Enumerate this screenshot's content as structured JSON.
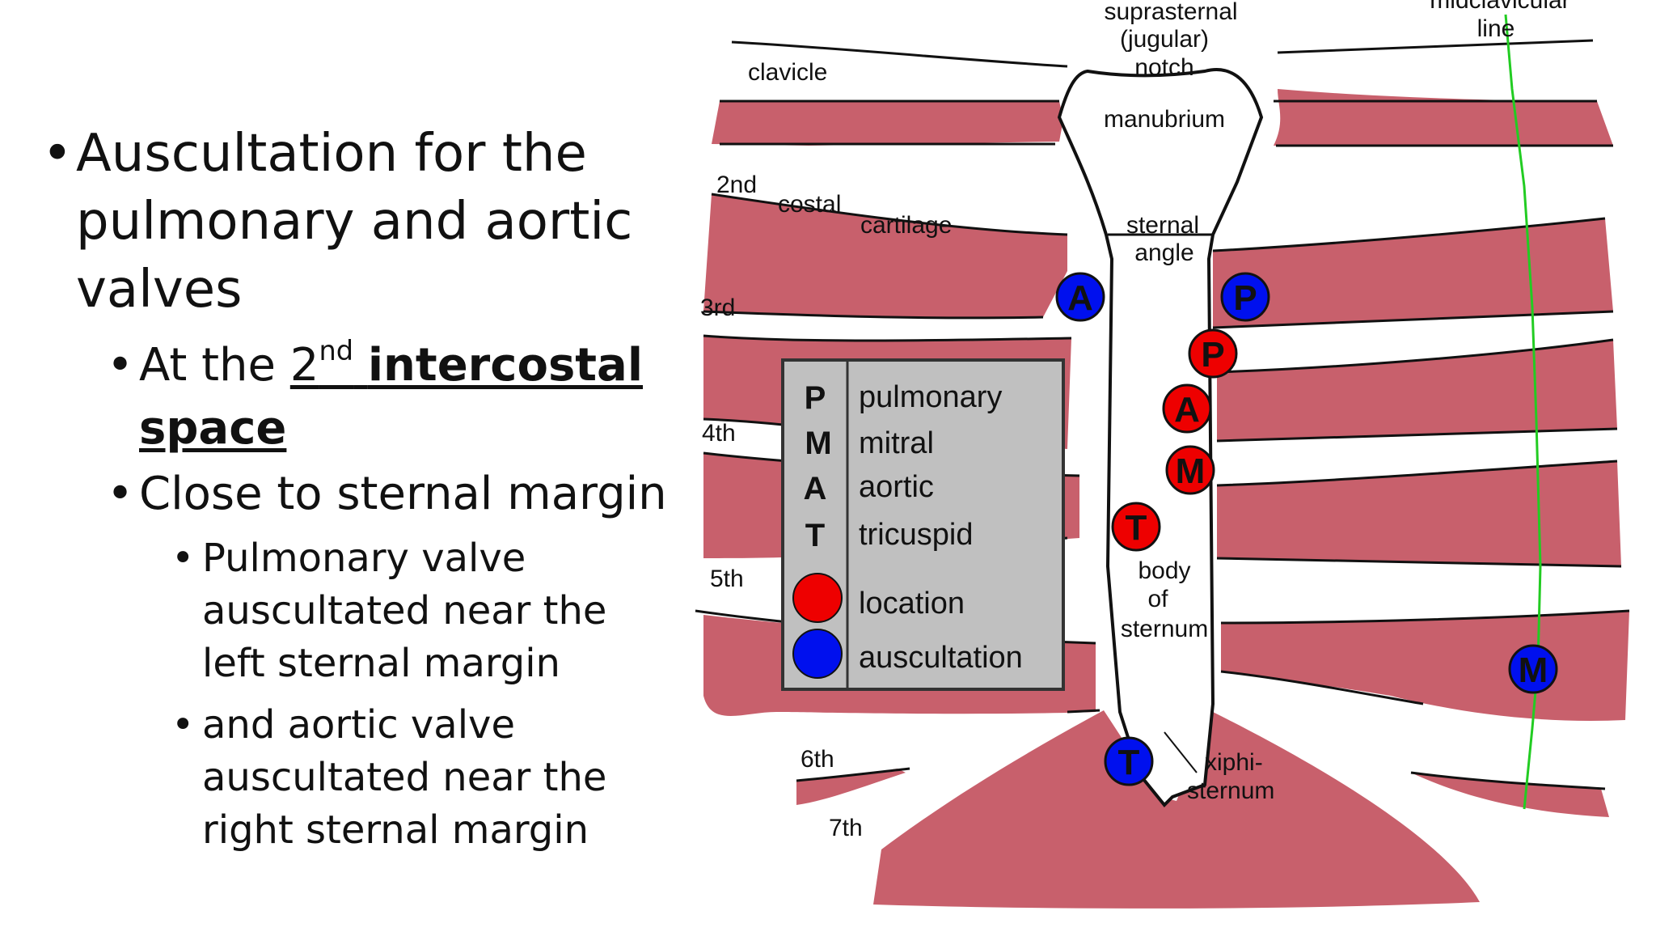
{
  "slide": {
    "bullets": {
      "main": "Auscultation for the pulmonary and aortic valves",
      "main_line1": "Auscultation for the",
      "main_line2": "pulmonary and aortic",
      "main_line3": "valves",
      "sub1_prefix": "At the ",
      "sub1_num": "2",
      "sub1_sup": "nd",
      "sub1_bold1": "intercostal",
      "sub1_bold2": "space",
      "sub2": "Close to sternal margin",
      "sub3_line1": "Pulmonary valve",
      "sub3_line2": "auscultated near the",
      "sub3_line3": "left sternal margin",
      "sub4_line1": "and aortic valve",
      "sub4_line2": "auscultated near the",
      "sub4_line3": "right sternal margin"
    }
  },
  "diagram": {
    "labels": {
      "suprasternal_1": "suprasternal",
      "suprasternal_2": "(jugular)",
      "suprasternal_3": "notch",
      "midclavicular_1": "midclavicular",
      "midclavicular_2": "line",
      "clavicle": "clavicle",
      "manubrium": "manubrium",
      "costal_1": "2nd",
      "costal_2": "costal",
      "costal_3": "cartilage",
      "sternal_angle_1": "sternal",
      "sternal_angle_2": "angle",
      "rib3": "3rd",
      "rib4": "4th",
      "rib5": "5th",
      "rib6": "6th",
      "rib7": "7th",
      "body_1": "body",
      "body_2": "of",
      "body_3": "sternum",
      "xiphi_1": "xiphi-",
      "xiphi_2": "sternum"
    },
    "legend": {
      "rows": [
        {
          "key": "P",
          "name": "pulmonary"
        },
        {
          "key": "M",
          "name": "mitral"
        },
        {
          "key": "A",
          "name": "aortic"
        },
        {
          "key": "T",
          "name": "tricuspid"
        }
      ],
      "location": "location",
      "auscultation": "auscultation"
    },
    "markers": {
      "red_p": "P",
      "red_a": "A",
      "red_m": "M",
      "red_t": "T",
      "blue_a": "A",
      "blue_p": "P",
      "blue_m": "M",
      "blue_t": "T"
    },
    "colors": {
      "rib": "#c8606c",
      "location": "#ee0000",
      "auscultation": "#0010ee",
      "legend_bg": "#c0c0c0",
      "midclavicular_line": "#22cc22"
    }
  }
}
